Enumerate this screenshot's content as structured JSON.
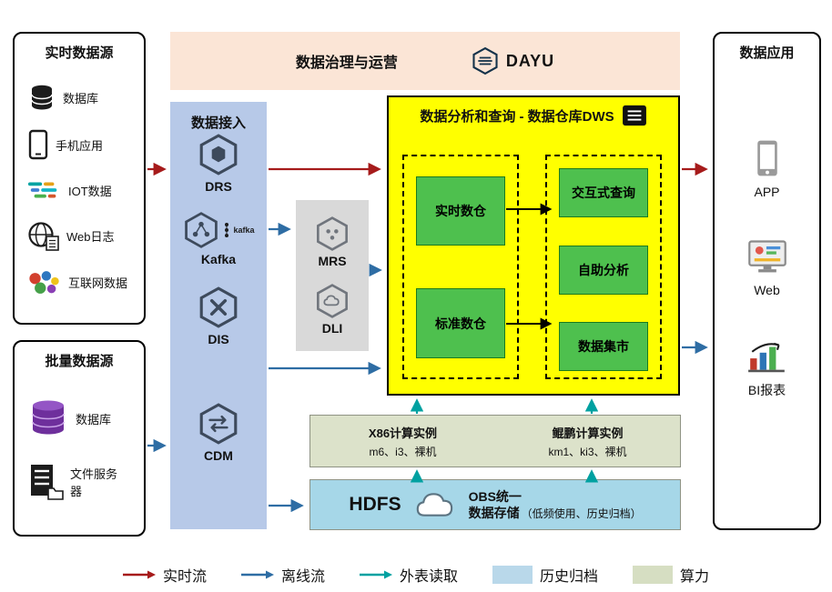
{
  "realtime_sources": {
    "title": "实时数据源",
    "items": [
      {
        "label": "数据库",
        "icon": "database-icon"
      },
      {
        "label": "手机应用",
        "icon": "phone-icon"
      },
      {
        "label": "IOT数据",
        "icon": "iot-icon"
      },
      {
        "label": "Web日志",
        "icon": "web-log-icon"
      },
      {
        "label": "互联网数据",
        "icon": "internet-data-icon"
      }
    ]
  },
  "batch_sources": {
    "title": "批量数据源",
    "items": [
      {
        "label": "数据库",
        "icon": "database-purple-icon"
      },
      {
        "label": "文件服务器",
        "icon": "file-server-icon"
      }
    ]
  },
  "governance": {
    "title": "数据治理与运营",
    "logo_text": "DAYU"
  },
  "ingest": {
    "title": "数据接入",
    "services": [
      {
        "label": "DRS"
      },
      {
        "label": "Kafka",
        "logo_text": "kafka"
      },
      {
        "label": "DIS"
      },
      {
        "label": "CDM"
      }
    ]
  },
  "middleware": {
    "services": [
      {
        "label": "MRS"
      },
      {
        "label": "DLI"
      }
    ]
  },
  "dws": {
    "title": "数据分析和查询 - 数据仓库DWS",
    "warehouse_boxes": [
      "实时数仓",
      "标准数仓"
    ],
    "service_boxes": [
      "交互式查询",
      "自助分析",
      "数据集市"
    ]
  },
  "compute": {
    "x86_title": "X86计算实例",
    "x86_sub": "m6、i3、裸机",
    "kunpeng_title": "鲲鹏计算实例",
    "kunpeng_sub": "km1、ki3、裸机"
  },
  "storage": {
    "hdfs": "HDFS",
    "obs_line1": "OBS统一",
    "obs_line2": "数据存储",
    "obs_note": "（低频使用、历史归档）"
  },
  "apps": {
    "title": "数据应用",
    "items": [
      {
        "label": "APP",
        "icon": "app-phone-icon"
      },
      {
        "label": "Web",
        "icon": "web-app-icon"
      },
      {
        "label": "BI报表",
        "icon": "bi-report-icon"
      }
    ]
  },
  "legend": {
    "realtime": "实时流",
    "offline": "离线流",
    "external": "外表读取",
    "archive": "历史归档",
    "compute": "算力"
  },
  "colors": {
    "realtime_arrow": "#a61b1b",
    "offline_arrow": "#2e6da4",
    "external_arrow": "#00a1a1",
    "governance_bg": "#fbe5d6",
    "ingest_bg": "#b7c9e8",
    "middleware_bg": "#d9d9d9",
    "dws_bg": "#ffff00",
    "warehouse_green": "#4ec04e",
    "compute_bg": "#dce2ca",
    "storage_bg": "#a6d7e8"
  }
}
